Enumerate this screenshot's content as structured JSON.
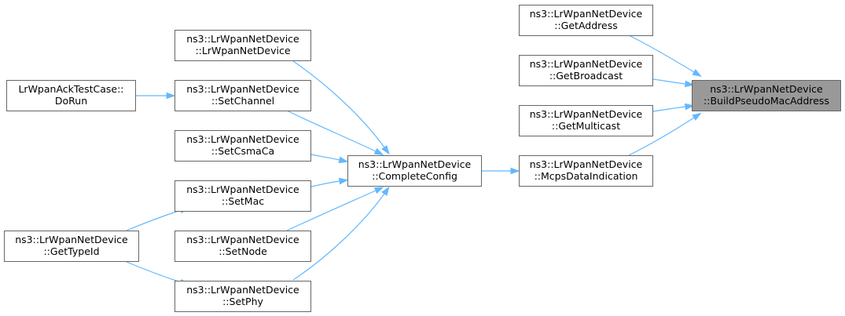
{
  "nodes": [
    {
      "id": "build",
      "line1": "ns3::LrWpanNetDevice",
      "line2": "::BuildPseudoMacAddress",
      "highlight": true
    },
    {
      "id": "getaddress",
      "line1": "ns3::LrWpanNetDevice",
      "line2": "::GetAddress"
    },
    {
      "id": "getbroadcast",
      "line1": "ns3::LrWpanNetDevice",
      "line2": "::GetBroadcast"
    },
    {
      "id": "getmulticast",
      "line1": "ns3::LrWpanNetDevice",
      "line2": "::GetMulticast"
    },
    {
      "id": "mcps",
      "line1": "ns3::LrWpanNetDevice",
      "line2": "::McpsDataIndication"
    },
    {
      "id": "complete",
      "line1": "ns3::LrWpanNetDevice",
      "line2": "::CompleteConfig"
    },
    {
      "id": "ctor",
      "line1": "ns3::LrWpanNetDevice",
      "line2": "::LrWpanNetDevice"
    },
    {
      "id": "setchannel",
      "line1": "ns3::LrWpanNetDevice",
      "line2": "::SetChannel"
    },
    {
      "id": "setcsmaca",
      "line1": "ns3::LrWpanNetDevice",
      "line2": "::SetCsmaCa"
    },
    {
      "id": "setmac",
      "line1": "ns3::LrWpanNetDevice",
      "line2": "::SetMac"
    },
    {
      "id": "setnode",
      "line1": "ns3::LrWpanNetDevice",
      "line2": "::SetNode"
    },
    {
      "id": "setphy",
      "line1": "ns3::LrWpanNetDevice",
      "line2": "::SetPhy"
    },
    {
      "id": "ackrun",
      "line1": "LrWpanAckTestCase::",
      "line2": "DoRun"
    },
    {
      "id": "gettypeid",
      "line1": "ns3::LrWpanNetDevice",
      "line2": "::GetTypeId"
    }
  ],
  "edges": [
    {
      "from": "getaddress",
      "to": "build"
    },
    {
      "from": "getbroadcast",
      "to": "build"
    },
    {
      "from": "getmulticast",
      "to": "build"
    },
    {
      "from": "mcps",
      "to": "build"
    },
    {
      "from": "complete",
      "to": "mcps"
    },
    {
      "from": "ctor",
      "to": "complete"
    },
    {
      "from": "setchannel",
      "to": "complete"
    },
    {
      "from": "setcsmaca",
      "to": "complete"
    },
    {
      "from": "setmac",
      "to": "complete"
    },
    {
      "from": "setnode",
      "to": "complete"
    },
    {
      "from": "setphy",
      "to": "complete"
    },
    {
      "from": "ackrun",
      "to": "setchannel"
    },
    {
      "from": "gettypeid",
      "to": "setmac"
    },
    {
      "from": "gettypeid",
      "to": "setphy"
    }
  ],
  "colors": {
    "edge": "#63b8ff",
    "node_border": "#666666",
    "highlight_fill": "#999999"
  }
}
